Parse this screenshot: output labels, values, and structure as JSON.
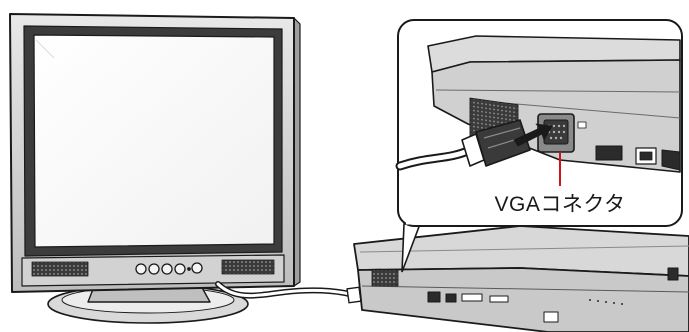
{
  "callout": {
    "label": "VGAコネクタ"
  },
  "icons": {
    "monitor": "lcd-monitor-illustration",
    "laptop": "notebook-pc-illustration",
    "connector": "vga-connector-icon",
    "cable": "vga-cable-illustration"
  },
  "colors": {
    "line": "#1a1a1a",
    "callout_mark": "#d0121b",
    "body_gray": "#cfcfcf",
    "dark": "#2b2b2b"
  }
}
